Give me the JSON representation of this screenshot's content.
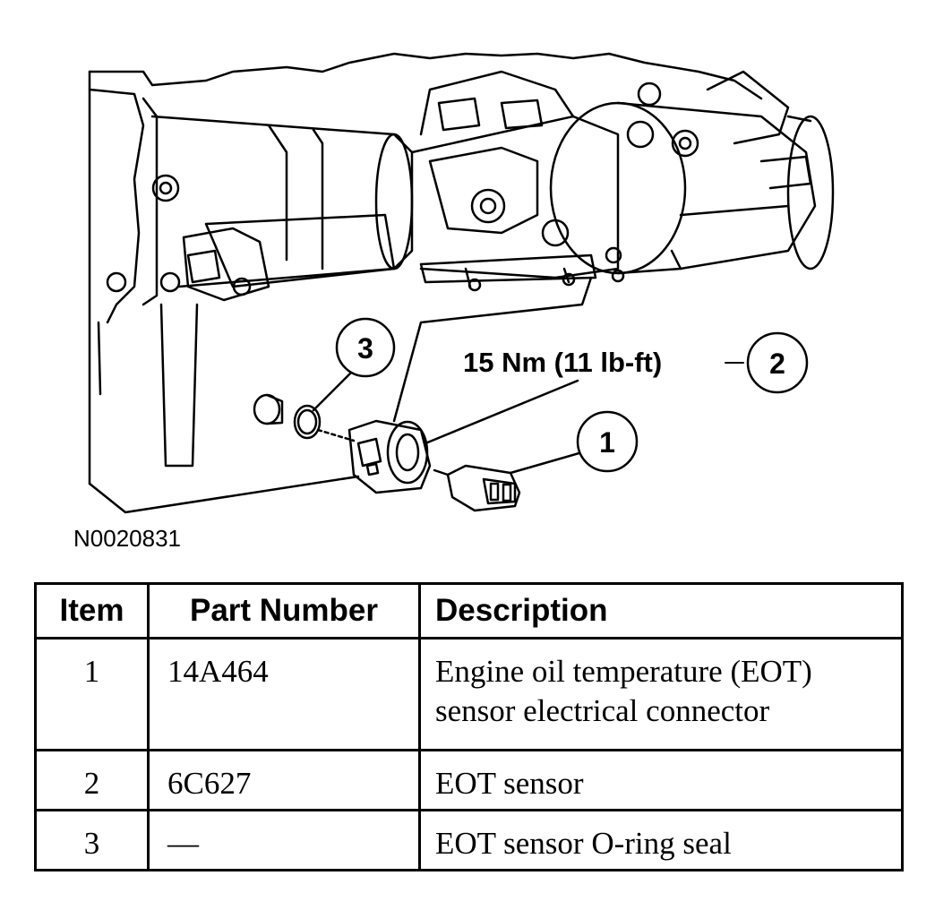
{
  "figure": {
    "id": "N0020831",
    "torque_label": "15 Nm (11 lb-ft)",
    "callouts": [
      "1",
      "2",
      "3"
    ]
  },
  "table": {
    "headers": {
      "item": "Item",
      "part_number": "Part Number",
      "description": "Description"
    },
    "rows": [
      {
        "item": "1",
        "part_number": "14A464",
        "description": [
          "Engine oil temperature (EOT)",
          "sensor electrical connector"
        ]
      },
      {
        "item": "2",
        "part_number": "6C627",
        "description": [
          "EOT sensor"
        ]
      },
      {
        "item": "3",
        "part_number": "—",
        "description": [
          "EOT sensor O-ring seal"
        ]
      }
    ]
  }
}
